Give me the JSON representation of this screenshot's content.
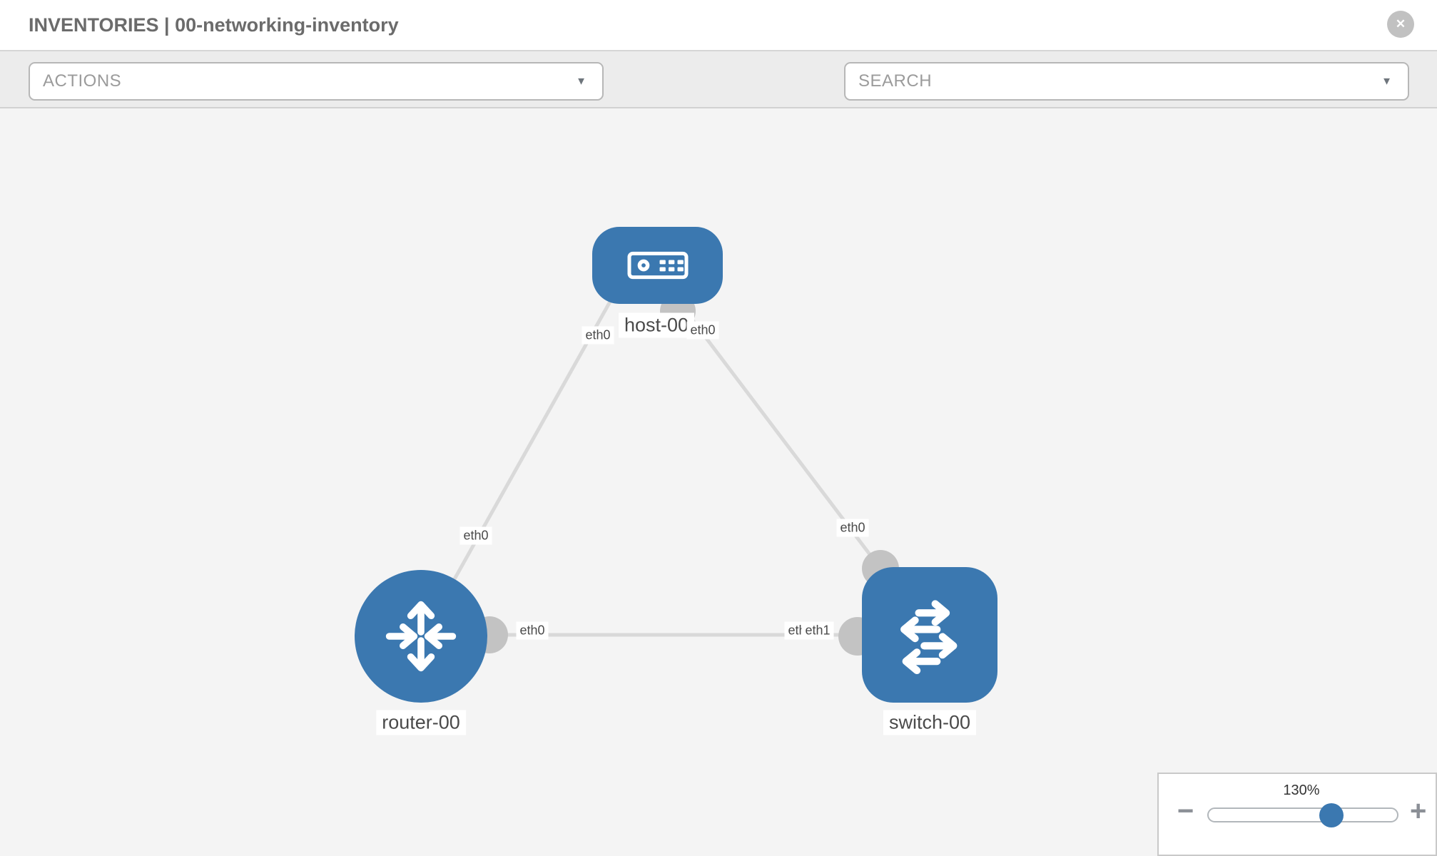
{
  "header": {
    "title": "INVENTORIES | 00-networking-inventory"
  },
  "toolbar": {
    "actions_label": "ACTIONS",
    "search_label": "SEARCH"
  },
  "icons": {
    "caret": "▼",
    "close": "✕",
    "minus": "−",
    "plus": "+"
  },
  "topology": {
    "nodes": [
      {
        "id": "host-00",
        "type": "host",
        "label": "host-00"
      },
      {
        "id": "router-00",
        "type": "router",
        "label": "router-00"
      },
      {
        "id": "switch-00",
        "type": "switch",
        "label": "switch-00"
      }
    ],
    "links": [
      {
        "from": "host-00",
        "from_interface": "eth0",
        "to": "router-00",
        "to_interface": "eth0"
      },
      {
        "from": "host-00",
        "from_interface": "eth0",
        "to": "switch-00",
        "to_interface": "eth0"
      },
      {
        "from": "router-00",
        "from_interface": "eth0",
        "to": "switch-00",
        "to_interface": "eth1"
      }
    ],
    "switch_overlapped_interface_label": "eth0"
  },
  "zoom_control": {
    "value": "130%"
  },
  "colors": {
    "node_blue": "#3b78b0",
    "link_gray": "#d9d9d9",
    "connector_gray": "#c3c3c3",
    "toolbar_bg": "#ececec",
    "canvas_bg": "#f4f4f4"
  }
}
